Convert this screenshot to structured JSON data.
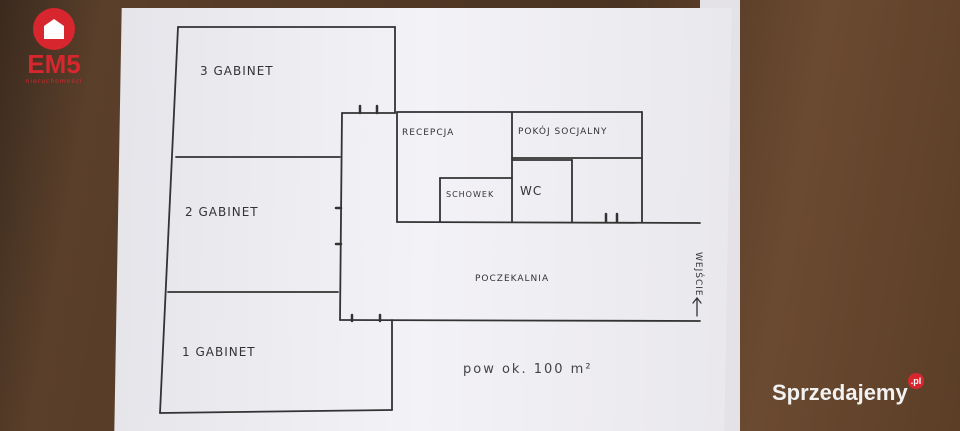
{
  "logo": {
    "name": "EM5",
    "subtitle": "nieruchomości"
  },
  "watermark": {
    "brand": "Sprzedajemy",
    "tld": ".pl"
  },
  "plan": {
    "rooms": {
      "gabinet3": "3 GABINET",
      "gabinet2": "2 GABINET",
      "gabinet1": "1 GABINET",
      "recepcja": "RECEPCJA",
      "pokoj_socjalny": "POKÓJ SOCJALNY",
      "schowek": "SCHOWEK",
      "wc": "WC",
      "poczekalnia": "POCZEKALNIA"
    },
    "entrance": "WEJŚCIE",
    "area_note": "pow ok. 100 m²"
  },
  "colors": {
    "brand_red": "#d7262e",
    "ink": "#333333"
  }
}
